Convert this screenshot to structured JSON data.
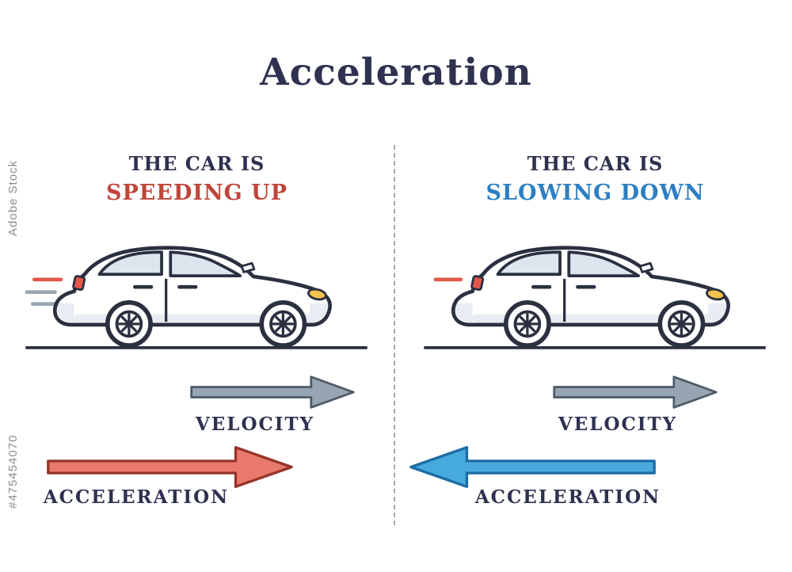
{
  "title": "Acceleration",
  "watermark": {
    "brand": "Adobe Stock",
    "id": "#475454070"
  },
  "panels": {
    "left": {
      "heading_line1": "THE CAR IS",
      "heading_line2": "SPEEDING UP",
      "velocity_label": "VELOCITY",
      "acceleration_label": "ACCELERATION",
      "velocity_direction": "right",
      "acceleration_direction": "right"
    },
    "right": {
      "heading_line1": "THE CAR IS",
      "heading_line2": "SLOWING DOWN",
      "velocity_label": "VELOCITY",
      "acceleration_label": "ACCELERATION",
      "velocity_direction": "right",
      "acceleration_direction": "left"
    }
  },
  "colors": {
    "title_ink": "#2e3150",
    "outline_ink": "#2b3040",
    "speeding_up_red": "#c0453a",
    "slowing_down_blue": "#2d7fc1",
    "velocity_arrow_fill": "#97a5b3",
    "velocity_arrow_stroke": "#4d5a68",
    "acceleration_red_fill": "#e8796c",
    "acceleration_red_stroke": "#96352b",
    "acceleration_blue_fill": "#47aadd",
    "acceleration_blue_stroke": "#1c6ca6",
    "headlight_amber": "#f2c14e",
    "taillight_red": "#e2574a",
    "window_tint": "#dde6ee",
    "body_shade": "#e7edf3"
  }
}
